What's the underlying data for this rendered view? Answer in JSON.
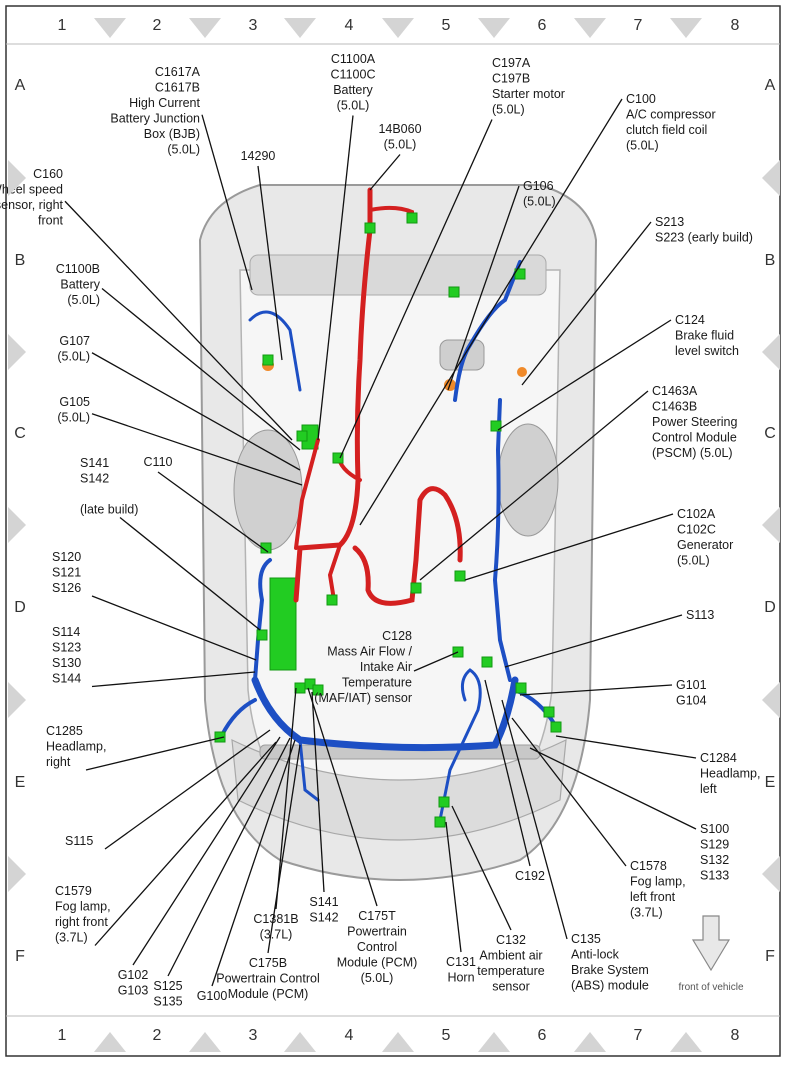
{
  "grid": {
    "columns": [
      "1",
      "2",
      "3",
      "4",
      "5",
      "6",
      "7",
      "8"
    ],
    "rows": [
      "A",
      "B",
      "C",
      "D",
      "E",
      "F"
    ]
  },
  "labels": [
    {
      "id": "c1617",
      "lines": [
        "C1617A",
        "C1617B",
        "High Current",
        "Battery Junction",
        "Box (BJB)",
        "(5.0L)"
      ]
    },
    {
      "id": "c1100a",
      "lines": [
        "C1100A",
        "C1100C",
        "Battery",
        "(5.0L)"
      ]
    },
    {
      "id": "c197",
      "lines": [
        "C197A",
        "C197B",
        "Starter motor",
        "(5.0L)"
      ]
    },
    {
      "id": "c100",
      "lines": [
        "C100",
        "A/C compressor",
        "clutch field coil",
        "(5.0L)"
      ]
    },
    {
      "id": "14b060",
      "lines": [
        "14B060",
        "(5.0L)"
      ]
    },
    {
      "id": "14290",
      "lines": [
        "14290"
      ]
    },
    {
      "id": "c160",
      "lines": [
        "C160",
        "Wheel speed",
        "sensor, right",
        "front"
      ]
    },
    {
      "id": "g106",
      "lines": [
        "G106",
        "(5.0L)"
      ]
    },
    {
      "id": "s213",
      "lines": [
        "S213",
        "S223 (early build)"
      ]
    },
    {
      "id": "c1100b",
      "lines": [
        "C1100B",
        "Battery",
        "(5.0L)"
      ]
    },
    {
      "id": "c124",
      "lines": [
        "C124",
        "Brake fluid",
        "level switch"
      ]
    },
    {
      "id": "g107",
      "lines": [
        "G107",
        "(5.0L)"
      ]
    },
    {
      "id": "g105",
      "lines": [
        "G105",
        "(5.0L)"
      ]
    },
    {
      "id": "c1463",
      "lines": [
        "C1463A",
        "C1463B",
        "Power Steering",
        "Control Module",
        "(PSCM) (5.0L)"
      ]
    },
    {
      "id": "c110",
      "lines": [
        "C110"
      ]
    },
    {
      "id": "s141top",
      "lines": [
        "S141",
        "S142",
        "",
        "(late build)"
      ]
    },
    {
      "id": "c102",
      "lines": [
        "C102A",
        "C102C",
        "Generator",
        "(5.0L)"
      ]
    },
    {
      "id": "s120",
      "lines": [
        "S120",
        "S121",
        "S126"
      ]
    },
    {
      "id": "s113",
      "lines": [
        "S113"
      ]
    },
    {
      "id": "s114",
      "lines": [
        "S114",
        "S123",
        "S130",
        "S144"
      ]
    },
    {
      "id": "c128",
      "lines": [
        "C128",
        "Mass Air Flow /",
        "Intake Air",
        "Temperature",
        "(MAF/IAT) sensor"
      ]
    },
    {
      "id": "g101",
      "lines": [
        "G101",
        "G104"
      ]
    },
    {
      "id": "c1285",
      "lines": [
        "C1285",
        "Headlamp,",
        "right"
      ]
    },
    {
      "id": "c1284",
      "lines": [
        "C1284",
        "Headlamp,",
        "left"
      ]
    },
    {
      "id": "s115",
      "lines": [
        "S115"
      ]
    },
    {
      "id": "s100",
      "lines": [
        "S100",
        "S129",
        "S132",
        "S133"
      ]
    },
    {
      "id": "c1579",
      "lines": [
        "C1579",
        "Fog lamp,",
        "right front",
        "(3.7L)"
      ]
    },
    {
      "id": "c192",
      "lines": [
        "C192"
      ]
    },
    {
      "id": "c1578",
      "lines": [
        "C1578",
        "Fog lamp,",
        "left front",
        "(3.7L)"
      ]
    },
    {
      "id": "c1381b",
      "lines": [
        "C1381B",
        "(3.7L)"
      ]
    },
    {
      "id": "s141bot",
      "lines": [
        "S141",
        "S142"
      ]
    },
    {
      "id": "c175t",
      "lines": [
        "C175T",
        "Powertrain",
        "Control",
        "Module (PCM)",
        "(5.0L)"
      ]
    },
    {
      "id": "c131",
      "lines": [
        "C131",
        "Horn"
      ]
    },
    {
      "id": "c132",
      "lines": [
        "C132",
        "Ambient air",
        "temperature",
        "sensor"
      ]
    },
    {
      "id": "c135",
      "lines": [
        "C135",
        "Anti-lock",
        "Brake System",
        "(ABS) module"
      ]
    },
    {
      "id": "g102",
      "lines": [
        "G102",
        "G103"
      ]
    },
    {
      "id": "s125",
      "lines": [
        "S125",
        "S135"
      ]
    },
    {
      "id": "g100",
      "lines": [
        "G100"
      ]
    },
    {
      "id": "c175b",
      "lines": [
        "C175B",
        "Powertrain Control",
        "Module (PCM)"
      ]
    }
  ],
  "front_of_vehicle": "front of vehicle",
  "colors": {
    "harness_red": "#d42020",
    "harness_blue": "#1d4fc4",
    "connector_green": "#22cc22",
    "body_gray": "#cfcfcf"
  }
}
